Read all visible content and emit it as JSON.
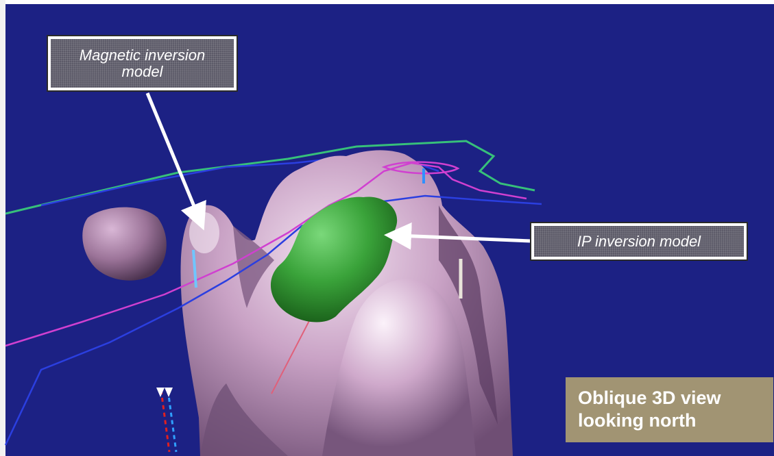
{
  "annotations": {
    "magnetic_label": "Magnetic inversion model",
    "ip_label": "IP inversion model",
    "view_caption": "Oblique 3D view looking north"
  },
  "colors": {
    "background": "#1c2184",
    "surface": "#c9a2c5",
    "ip_body": "#3aa33a",
    "caption_box": "#a19473",
    "line_green": "#37c07a",
    "line_blue": "#2b3fe0",
    "line_magenta": "#d040d0"
  }
}
